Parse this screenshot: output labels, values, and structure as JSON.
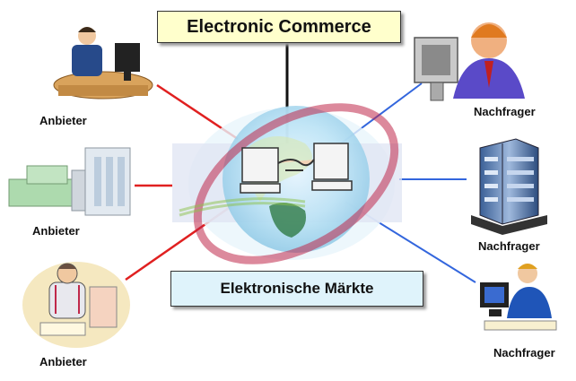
{
  "title": "Electronic Commerce",
  "center_label": "Elektronische Märkte",
  "providers": [
    {
      "label": "Anbieter",
      "icon": "person-at-desk-icon"
    },
    {
      "label": "Anbieter",
      "icon": "factory-buildings-icon"
    },
    {
      "label": "Anbieter",
      "icon": "person-writing-icon"
    }
  ],
  "demanders": [
    {
      "label": "Nachfrager",
      "icon": "person-with-monitor-icon"
    },
    {
      "label": "Nachfrager",
      "icon": "office-building-icon"
    },
    {
      "label": "Nachfrager",
      "icon": "person-at-computer-icon"
    }
  ],
  "colors": {
    "provider_line": "#e02020",
    "demander_line": "#3366dd",
    "title_bg": "#ffffcc",
    "market_bg": "#dff3fb"
  }
}
